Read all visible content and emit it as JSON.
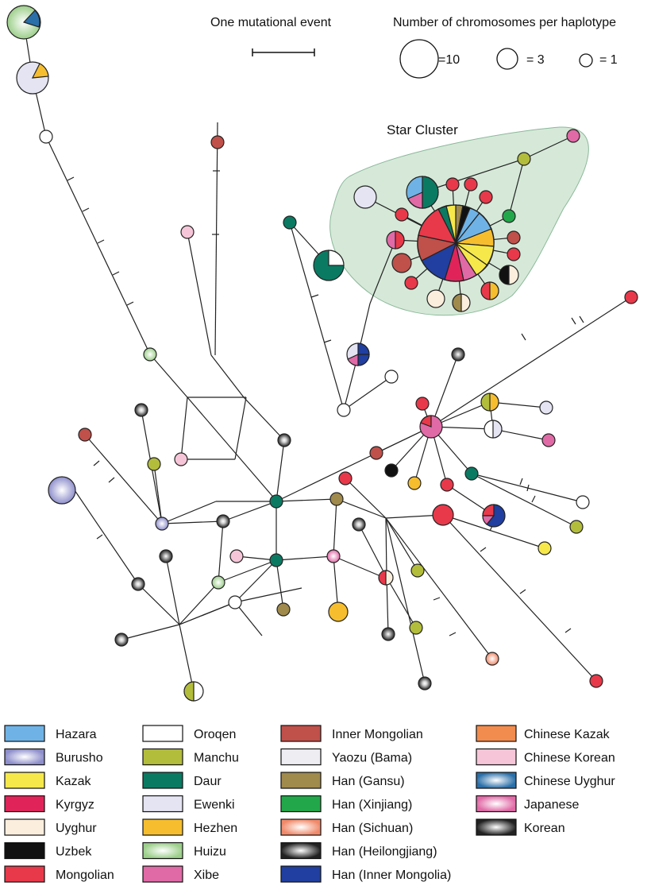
{
  "header": {
    "scale_label": "One mutational event",
    "size_legend_title": "Number of chromosomes per haplotype",
    "size_legend": [
      {
        "label": "=10",
        "count": 10
      },
      {
        "label": "= 3",
        "count": 3
      },
      {
        "label": "= 1",
        "count": 1
      }
    ]
  },
  "cluster": {
    "label": "Star Cluster"
  },
  "legend": [
    {
      "label": "Hazara",
      "color": "#6fb3e6",
      "style": "solid"
    },
    {
      "label": "Burusho",
      "color": "#8f8fcc",
      "style": "radial"
    },
    {
      "label": "Kazak",
      "color": "#f6e84a",
      "style": "solid"
    },
    {
      "label": "Kyrgyz",
      "color": "#e0245a",
      "style": "solid"
    },
    {
      "label": "Uyghur",
      "color": "#fbeedd",
      "style": "solid"
    },
    {
      "label": "Uzbek",
      "color": "#111111",
      "style": "solid"
    },
    {
      "label": "Mongolian",
      "color": "#e8394a",
      "style": "solid"
    },
    {
      "label": "Oroqen",
      "color": "#ffffff",
      "style": "solid"
    },
    {
      "label": "Manchu",
      "color": "#b3bd3c",
      "style": "solid"
    },
    {
      "label": "Daur",
      "color": "#0b7a62",
      "style": "solid"
    },
    {
      "label": "Ewenki",
      "color": "#e4e4f2",
      "style": "solid"
    },
    {
      "label": "Hezhen",
      "color": "#f6be2e",
      "style": "solid"
    },
    {
      "label": "Huizu",
      "color": "#9ccf8a",
      "style": "radial"
    },
    {
      "label": "Xibe",
      "color": "#e06aa6",
      "style": "solid"
    },
    {
      "label": "Inner Mongolian",
      "color": "#c0504a",
      "style": "solid"
    },
    {
      "label": "Yaozu (Bama)",
      "color": "#eeeef2",
      "style": "solid"
    },
    {
      "label": "Han (Gansu)",
      "color": "#a08a4c",
      "style": "solid"
    },
    {
      "label": "Han (Xinjiang)",
      "color": "#22a84a",
      "style": "solid"
    },
    {
      "label": "Han (Sichuan)",
      "color": "#f08a6a",
      "style": "radial"
    },
    {
      "label": "Han (Heilongjiang)",
      "color": "#222222",
      "style": "radial"
    },
    {
      "label": "Han (Inner Mongolia)",
      "color": "#203fa0",
      "style": "solid"
    },
    {
      "label": "Chinese Kazak",
      "color": "#f28c4e",
      "style": "solid"
    },
    {
      "label": "Chinese Korean",
      "color": "#f6c6d8",
      "style": "solid"
    },
    {
      "label": "Chinese Uyghur",
      "color": "#2a6fa8",
      "style": "radial"
    },
    {
      "label": "Japanese",
      "color": "#e06aa6",
      "style": "radial"
    },
    {
      "label": "Korean",
      "color": "#222222",
      "style": "radial"
    }
  ]
}
